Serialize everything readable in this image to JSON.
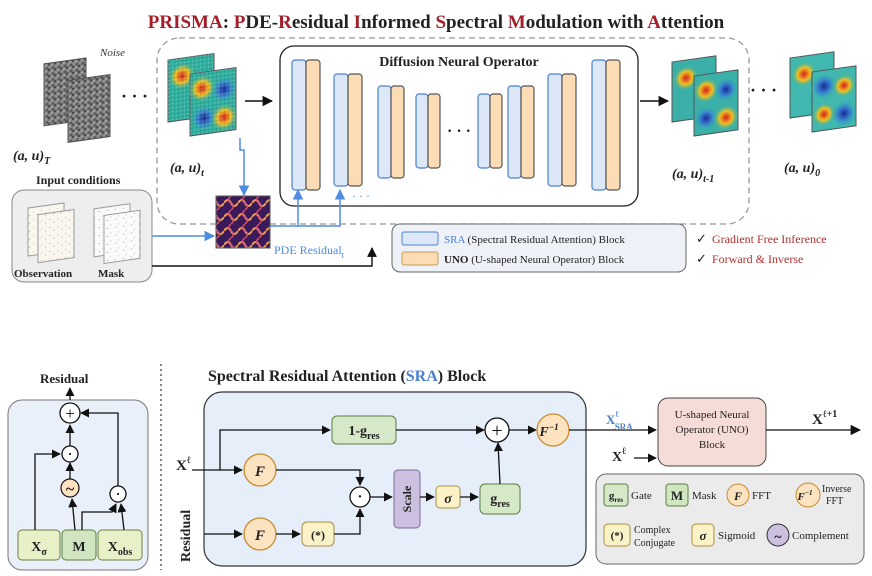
{
  "title": {
    "word": "PRISMA",
    "colon": ": ",
    "parts": [
      {
        "cap": "P",
        "rest": "DE-"
      },
      {
        "cap": "R",
        "rest": "esidual "
      },
      {
        "cap": "I",
        "rest": "nformed "
      },
      {
        "cap": "S",
        "rest": "pectral "
      },
      {
        "cap": "M",
        "rest": "odulation with "
      },
      {
        "cap": "A",
        "rest": "ttention"
      }
    ]
  },
  "top": {
    "noise_label": "Noise",
    "xt_label": "(a, u)",
    "xt_sub": "T",
    "xt2_label": "(a, u)",
    "xt2_sub": "t",
    "xt1_label": "(a, u)",
    "xt1_sub": "t-1",
    "x0_label": "(a, u)",
    "x0_sub": "0",
    "ellipsis": "· · ·",
    "dno_title": "Diffusion Neural Operator",
    "inner_ellipsis": "· · ·",
    "input_conditions": "Input conditions",
    "observation": "Observation",
    "mask": "Mask",
    "pde_residual": "PDE Residual",
    "pde_residual_sub": "t",
    "legend_sra_bold": "SRA",
    "legend_sra_rest": " (Spectral Residual Attention) Block",
    "legend_uno_bold": "UNO",
    "legend_uno_rest": " (U-shaped Neural Operator) Block",
    "check1": "Gradient Free Inference",
    "check2": "Forward & Inverse",
    "check_mark": "✓"
  },
  "bottom": {
    "residual_top": "Residual",
    "x_sigma": "X",
    "x_sigma_sub": "σ",
    "m_label": "M",
    "x_obs": "X",
    "x_obs_sub": "obs",
    "dot": "·",
    "plus": "+",
    "tilde": "~",
    "sra_title_a": "Spectral Residual Attention (",
    "sra_title_b": "SRA",
    "sra_title_c": ") Block",
    "x_l": "X",
    "x_l_sup": "ℓ",
    "residual_side": "Residual",
    "f_label": "F",
    "conj_label": "(*)",
    "scale_label": "Scale",
    "sigma_label": "σ",
    "g_res": "g",
    "g_res_sub": "res",
    "one_minus": "1-g",
    "one_minus_sub": "res",
    "f_inv": "F",
    "f_inv_sup": "−1",
    "x_sra": "X",
    "x_sra_sup": "ℓ",
    "x_sra_sub": "SRA",
    "x_l2": "X",
    "x_l2_sup": "ℓ",
    "uno_box": [
      "U-shaped Neural",
      "Operator (UNO)",
      "Block"
    ],
    "x_lplus": "X",
    "x_lplus_sup": "ℓ+1",
    "legend": {
      "gate_sym": "g",
      "gate_sub": "res",
      "gate_label": "Gate",
      "mask_sym": "M",
      "mask_label": "Mask",
      "fft_sym": "F",
      "fft_label": "FFT",
      "ifft_sym": "F",
      "ifft_sup": "−1",
      "ifft_label_1": "Inverse",
      "ifft_label_2": "FFT",
      "conj_sym": "(*)",
      "conj_label_1": "Complex",
      "conj_label_2": "Conjugate",
      "sig_sym": "σ",
      "sig_label": "Sigmoid",
      "comp_sym": "~",
      "comp_label": "Complement"
    }
  },
  "colors": {
    "title_red": "#a3202a",
    "sra_blue": "#4a7fd0",
    "sra_fill": "#dce8f8",
    "uno_fill": "#fbdcb4",
    "check_red": "#b03030",
    "pde_blue": "#4f8be0",
    "gate_green": "#d5e8c8",
    "f_orange": "#fde3c0",
    "scale_purple": "#cdbfe0",
    "conj_yellow": "#fbf2c8",
    "uno_pink": "#f6dcd6",
    "panel_blue": "#e6eefa",
    "panel_gray": "#ebebeb"
  }
}
